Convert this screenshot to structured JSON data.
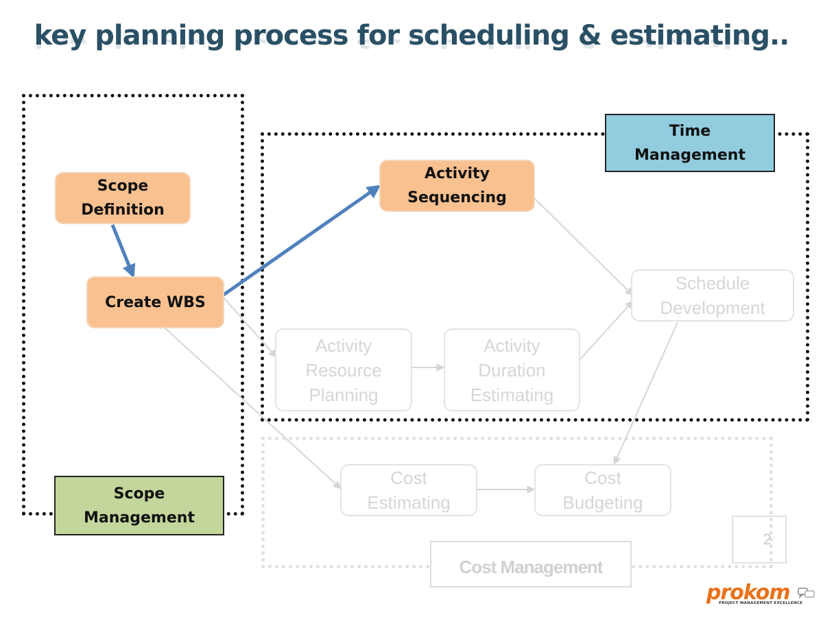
{
  "title": "key planning process for scheduling & estimating..",
  "groups": {
    "scope_label": "Scope\nManagement",
    "time_label": "Time\nManagement",
    "cost_label": "Cost Management"
  },
  "processes": {
    "scope_definition": "Scope\nDefinition",
    "create_wbs": "Create WBS",
    "activity_sequencing": "Activity\nSequencing",
    "schedule_development": "Schedule\nDevelopment",
    "activity_resource_planning": "Activity\nResource\nPlanning",
    "activity_duration_estimating": "Activity\nDuration\nEstimating",
    "cost_estimating": "Cost\nEstimating",
    "cost_budgeting": "Cost\nBudgeting"
  },
  "page_number": "2",
  "logo": {
    "word": "prokom",
    "tagline": "PROJECT MANAGEMENT EXCELLENCE",
    "icon": "chat-bubbles-icon"
  },
  "colors": {
    "title": "#2a5065",
    "active_box": "#f9c190",
    "time_label": "#92cddf",
    "scope_label": "#c3d69b",
    "active_arrow": "#4f81bd",
    "faded": "#d6d6d6",
    "logo": "#e8721c"
  }
}
